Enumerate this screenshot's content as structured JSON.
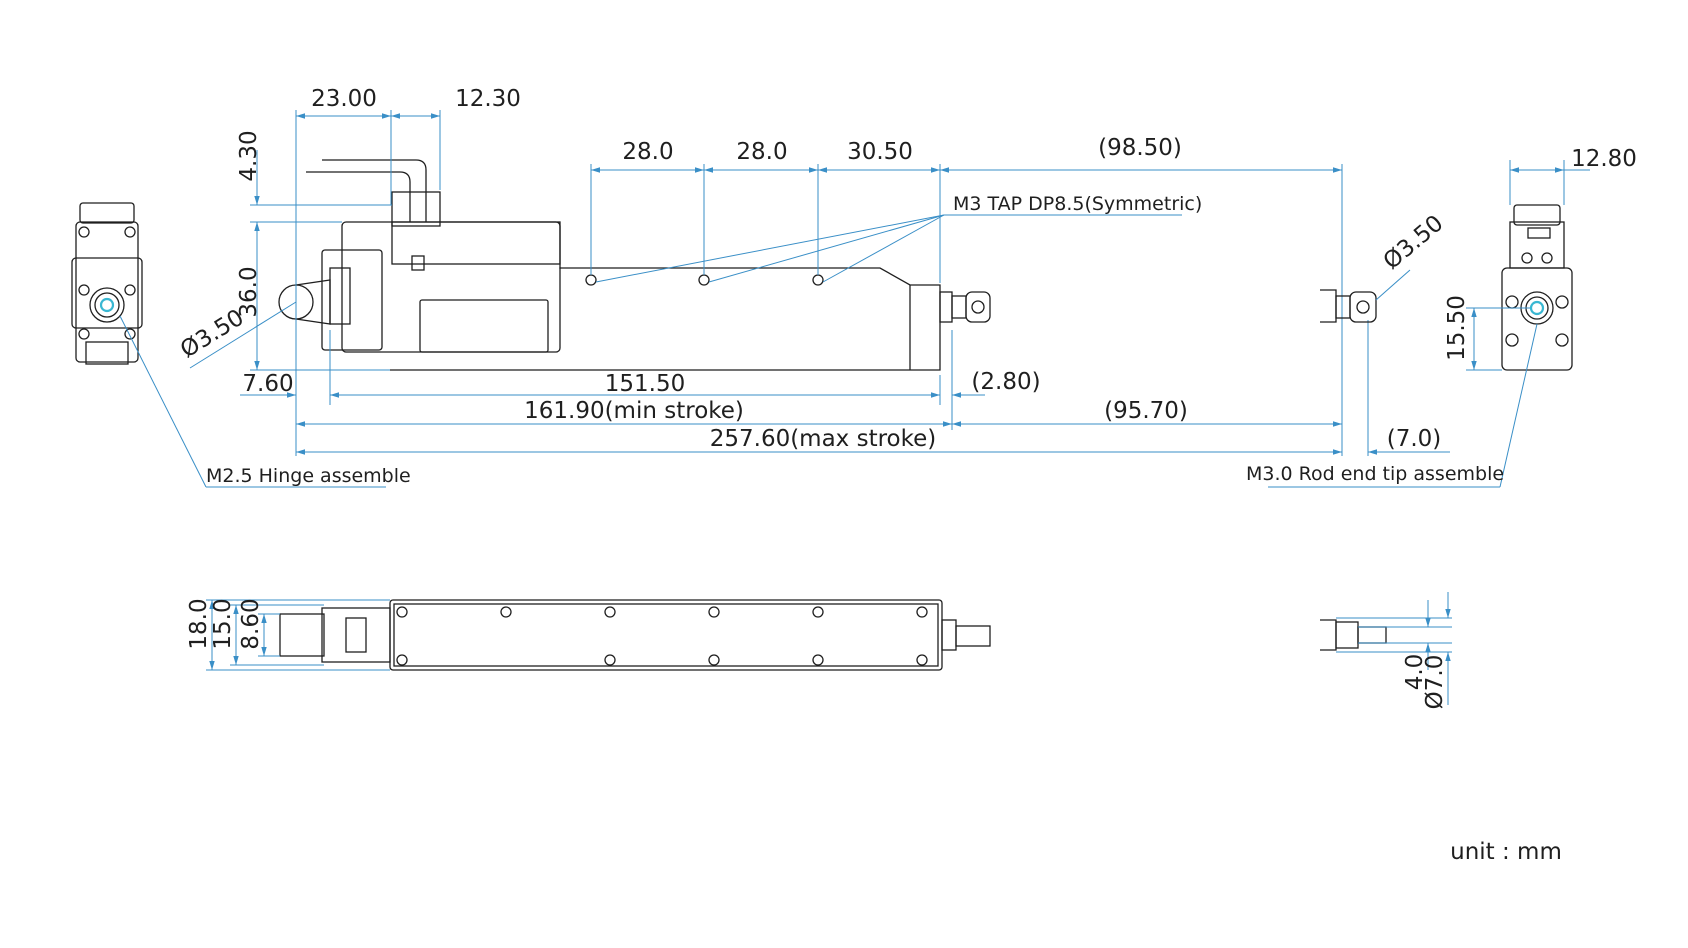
{
  "colors": {
    "outline": "#1f1f1f",
    "dimension": "#3a8fc7",
    "highlight": "#39b7d2",
    "background": "#ffffff"
  },
  "dimensions": {
    "top_23_00": "23.00",
    "top_12_30": "12.30",
    "height_4_30": "4.30",
    "height_36_0": "36.0",
    "dia_3_50_left": "Ø3.50",
    "hole_28_0_a": "28.0",
    "hole_28_0_b": "28.0",
    "hole_30_50": "30.50",
    "ext_98_50": "(98.50)",
    "left_7_60": "7.60",
    "body_151_50": "151.50",
    "gap_2_80": "(2.80)",
    "min_stroke": "161.90(min stroke)",
    "stroke_95_70": "(95.70)",
    "max_stroke": "257.60(max stroke)",
    "tip_7_0": "(7.0)",
    "dia_3_50_tip": "Ø3.50",
    "right_12_80": "12.80",
    "right_15_50": "15.50",
    "bottom_18_0": "18.0",
    "bottom_15_0": "15.0",
    "bottom_8_60": "8.60",
    "tip_4_0": "4.0",
    "tip_dia_7_0": "Ø7.0"
  },
  "notes": {
    "tap": "M3 TAP DP8.5(Symmetric)",
    "hinge": "M2.5 Hinge assemble",
    "rod_end": "M3.0 Rod end tip assemble"
  },
  "unit_label": "unit : mm"
}
